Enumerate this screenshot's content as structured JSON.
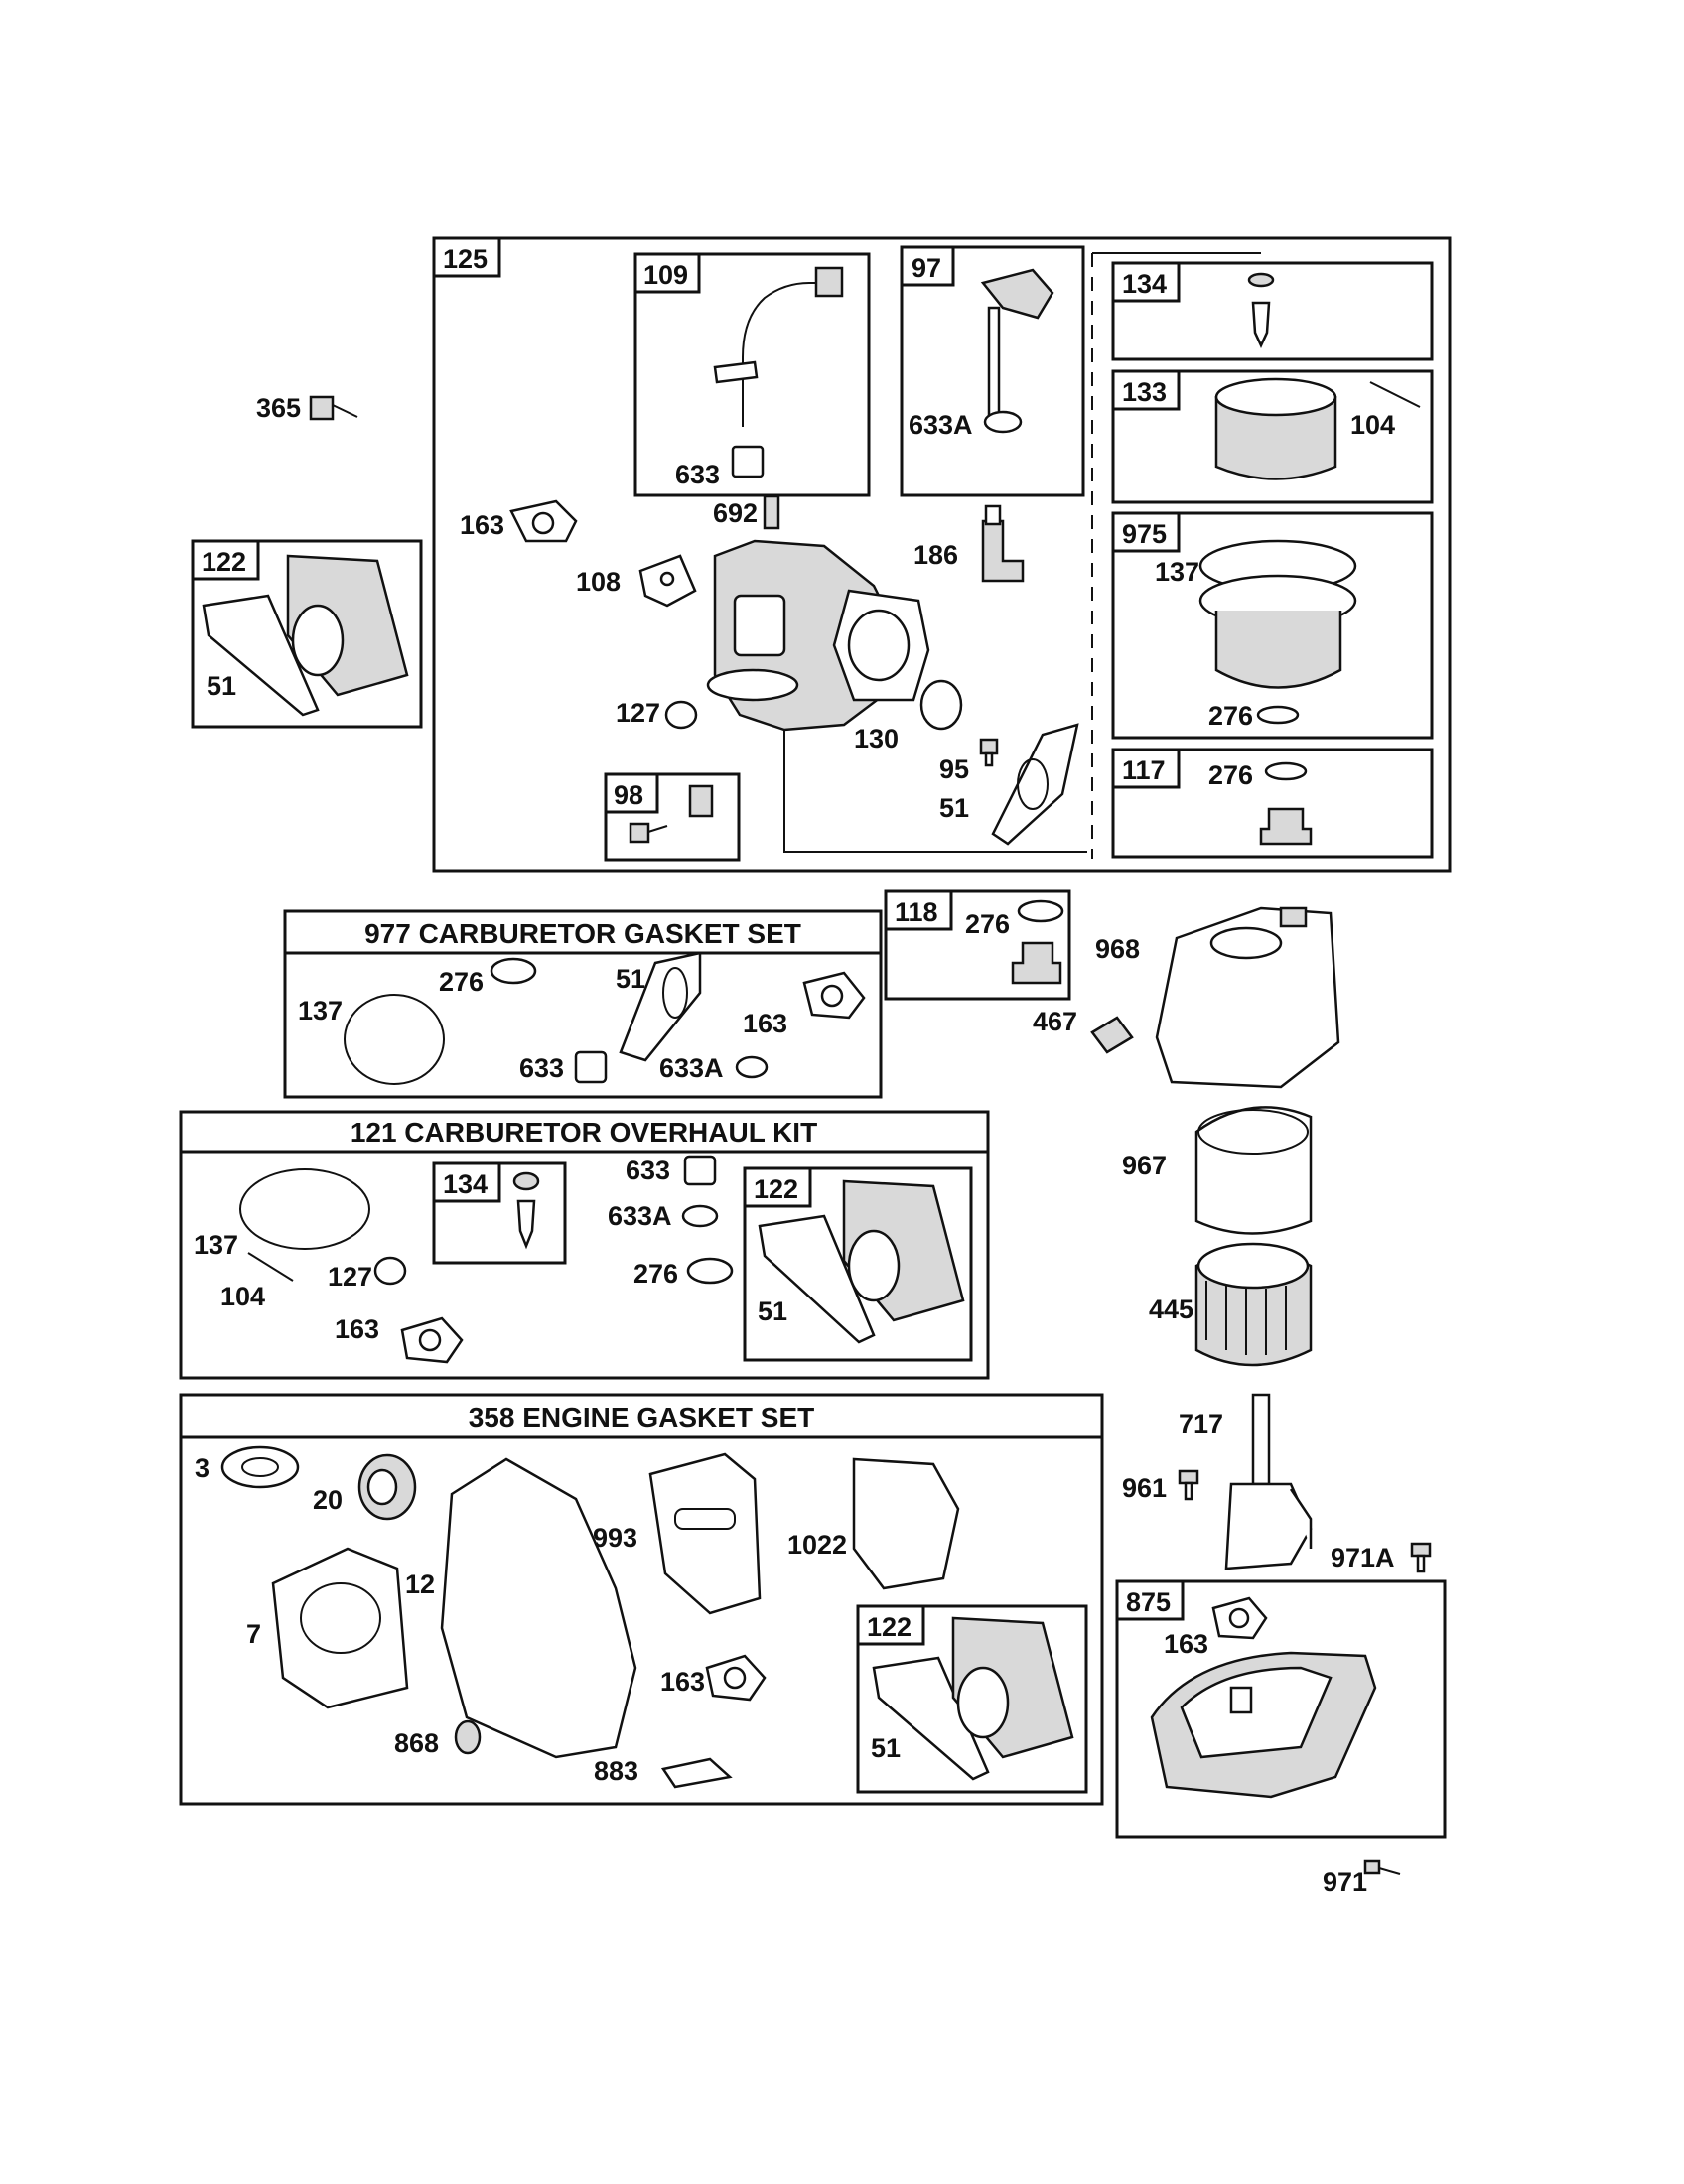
{
  "labels": {
    "l125": "125",
    "l109": "109",
    "l97": "97",
    "l134a": "134",
    "l133": "133",
    "l104a": "104",
    "l975": "975",
    "l137a": "137",
    "l276a": "276",
    "l117": "117",
    "l276b": "276",
    "l633a": "633",
    "l633Aa": "633A",
    "l692": "692",
    "l186": "186",
    "l163a": "163",
    "l108": "108",
    "l127a": "127",
    "l130": "130",
    "l95": "95",
    "l51a": "51",
    "l98": "98",
    "l365": "365",
    "l122a": "122",
    "l51b": "51",
    "l118": "118",
    "l276c": "276",
    "l968": "968",
    "l467": "467",
    "l137b": "137",
    "l276d": "276",
    "l51c": "51",
    "l163b": "163",
    "l633b": "633",
    "l633Ab": "633A",
    "l967": "967",
    "l445": "445",
    "l137c": "137",
    "l104b": "104",
    "l127b": "127",
    "l163c": "163",
    "l134b": "134",
    "l633c": "633",
    "l633Ac": "633A",
    "l276e": "276",
    "l122b": "122",
    "l51d": "51",
    "l717": "717",
    "l961": "961",
    "l971A": "971A",
    "l3": "3",
    "l20": "20",
    "l993": "993",
    "l1022": "1022",
    "l12": "12",
    "l7": "7",
    "l163d": "163",
    "l868": "868",
    "l883": "883",
    "l122c": "122",
    "l51e": "51",
    "l875": "875",
    "l163e": "163",
    "l971": "971"
  },
  "titles": {
    "gasket_set": "977 CARBURETOR  GASKET SET",
    "overhaul_kit": "121 CARBURETOR OVERHAUL KIT",
    "engine_gasket": "358 ENGINE GASKET SET"
  }
}
